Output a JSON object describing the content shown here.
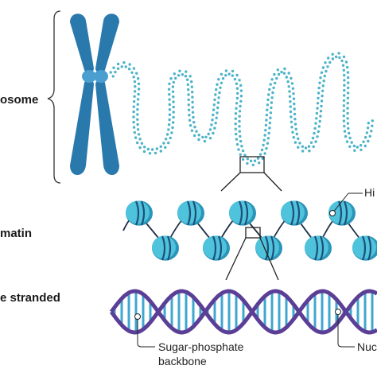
{
  "labels": {
    "chromosome": "osome",
    "chromatin": "matin",
    "double_stranded": "e stranded",
    "histone": "Hi",
    "sugar_phosphate_line1": "Sugar-phosphate",
    "sugar_phosphate_line2": "backbone",
    "nucleotide": "Nuc"
  },
  "colors": {
    "chromosome": "#2a79ad",
    "chromosome_dark": "#1d5f8c",
    "centromere": "#4a9fd0",
    "fiber_dot": "#4cb3c9",
    "histone_light": "#4fc3dc",
    "histone_dark": "#2a95b8",
    "histone_band": "#1d4f78",
    "dna_purple": "#5b3f96",
    "dna_teal": "#3fa7cf",
    "line": "#222222"
  }
}
